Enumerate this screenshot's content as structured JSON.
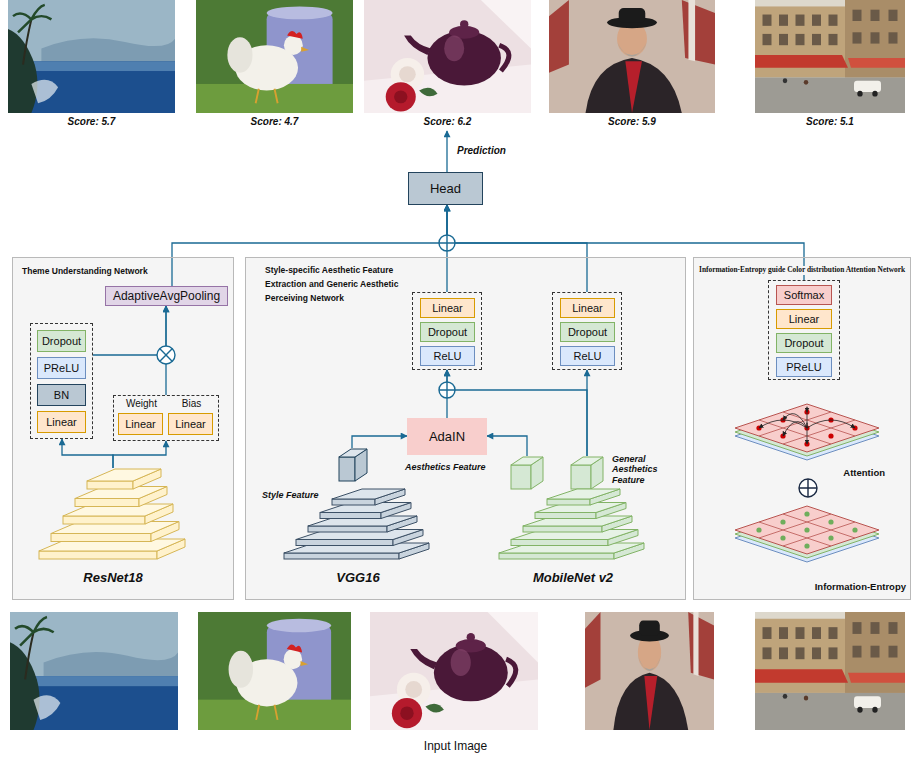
{
  "diagram": {
    "caption": "Input Image",
    "nodes": [
      {
        "text": [
          "Score: 5.7"
        ]
      },
      {
        "text": [
          "Score: 4.7"
        ]
      },
      {
        "text": [
          "Score: 6.2"
        ]
      },
      {
        "text": [
          "Score: 5.9"
        ]
      },
      {
        "text": [
          "Score: 5.1"
        ]
      },
      {
        "text": [
          "Head"
        ]
      },
      {
        "text": [
          "Theme Understanding Network"
        ]
      },
      {
        "text": [
          "AdaptiveAvgPooling"
        ],
        "in": 6
      },
      {
        "text": [],
        "in": 6
      },
      {
        "text": [
          "Dropout"
        ],
        "in": 8
      },
      {
        "text": [
          "PReLU"
        ],
        "in": 8
      },
      {
        "text": [
          "BN"
        ],
        "in": 8
      },
      {
        "text": [
          "Linear"
        ],
        "in": 8
      },
      {
        "text": [],
        "in": 6
      },
      {
        "text": [
          "Weight",
          "Linear"
        ],
        "in": 13
      },
      {
        "text": [
          "Bias",
          "Linear"
        ],
        "in": 13
      },
      {
        "text": [
          "ResNet18"
        ],
        "in": 6
      },
      {
        "text": [
          "Style-specific Aesthetic Feature Extraction and Generic Aesthetic Perceiving Network"
        ]
      },
      {
        "text": [],
        "in": 17
      },
      {
        "text": [
          "Linear"
        ],
        "in": 18
      },
      {
        "text": [
          "Dropout"
        ],
        "in": 18
      },
      {
        "text": [
          "ReLU"
        ],
        "in": 18
      },
      {
        "text": [],
        "in": 17
      },
      {
        "text": [
          "Linear"
        ],
        "in": 22
      },
      {
        "text": [
          "Dropout"
        ],
        "in": 22
      },
      {
        "text": [
          "ReLU"
        ],
        "in": 22
      },
      {
        "text": [
          "AdaIN"
        ],
        "in": 17
      },
      {
        "text": [
          "Style Feature"
        ],
        "in": 17
      },
      {
        "text": [
          "Aesthetics Feature"
        ],
        "in": 17
      },
      {
        "text": [
          "General Aesthetics Feature"
        ],
        "in": 17
      },
      {
        "text": [
          "VGG16"
        ],
        "in": 17
      },
      {
        "text": [
          "MobileNet v2"
        ],
        "in": 17
      },
      {
        "text": [
          "Information-Entropy guide Color distribution Attention Network"
        ]
      },
      {
        "text": [],
        "in": 32
      },
      {
        "text": [
          "Softmax"
        ],
        "in": 33
      },
      {
        "text": [
          "Linear"
        ],
        "in": 33
      },
      {
        "text": [
          "Dropout"
        ],
        "in": 33
      },
      {
        "text": [
          "PReLU"
        ],
        "in": 33
      },
      {
        "text": [
          "Attention"
        ],
        "in": 32
      },
      {
        "text": [
          "Information-Entropy"
        ],
        "in": 32
      }
    ],
    "edges": [
      {
        "from": 16,
        "to": 8,
        "arrow": "to"
      },
      {
        "from": 16,
        "to": 13,
        "arrow": "to"
      },
      {
        "from": 8,
        "to": 7,
        "arrow": "to"
      },
      {
        "from": 13,
        "to": 7,
        "arrow": "to"
      },
      {
        "from": 7,
        "to": 5,
        "arrow": "to"
      },
      {
        "from": 18,
        "to": 5,
        "arrow": "to"
      },
      {
        "from": 22,
        "to": 5,
        "arrow": "to"
      },
      {
        "from": 33,
        "to": 5,
        "arrow": "to"
      },
      {
        "from": 5,
        "to": 2,
        "label": "Prediction",
        "arrow": "to"
      },
      {
        "from": 27,
        "to": 26,
        "arrow": "to"
      },
      {
        "from": 28,
        "to": 26,
        "arrow": "to"
      },
      {
        "from": 26,
        "to": 18,
        "arrow": "to"
      },
      {
        "from": 29,
        "to": 18,
        "arrow": "to"
      },
      {
        "from": 29,
        "to": 22,
        "arrow": "to"
      }
    ]
  }
}
